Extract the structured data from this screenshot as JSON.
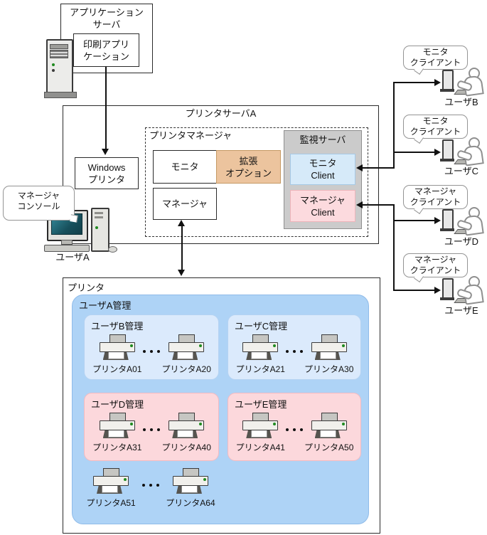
{
  "app_server": {
    "title_lines": [
      "アプリケーション",
      "サーバ"
    ],
    "print_app_lines": [
      "印刷アプリ",
      "ケーション"
    ]
  },
  "printer_server": {
    "title": "プリンタサーバA",
    "windows_printer_lines": [
      "Windows",
      "プリンタ"
    ],
    "printer_manager": {
      "title": "プリンタマネージャ",
      "monitor": "モニタ",
      "extension_lines": [
        "拡張",
        "オプション"
      ],
      "manager": "マネージャ"
    },
    "monitoring_server": {
      "title": "監視サーバ",
      "monitor_client_lines": [
        "モニタ",
        "Client"
      ],
      "manager_client_lines": [
        "マネージャ",
        "Client"
      ]
    }
  },
  "manager_console_lines": [
    "マネージャ",
    "コンソール"
  ],
  "user_a": "ユーザA",
  "clients": [
    {
      "callout_lines": [
        "モニタ",
        "クライアント"
      ],
      "user": "ユーザB"
    },
    {
      "callout_lines": [
        "モニタ",
        "クライアント"
      ],
      "user": "ユーザC"
    },
    {
      "callout_lines": [
        "マネージャ",
        "クライアント"
      ],
      "user": "ユーザD"
    },
    {
      "callout_lines": [
        "マネージャ",
        "クライアント"
      ],
      "user": "ユーザE"
    }
  ],
  "printer_section": {
    "title": "プリンタ",
    "group_label": "ユーザA管理",
    "subgroups": [
      {
        "label": "ユーザB管理",
        "first": "プリンタA01",
        "last": "プリンタA20",
        "tint": "blue"
      },
      {
        "label": "ユーザC管理",
        "first": "プリンタA21",
        "last": "プリンタA30",
        "tint": "blue"
      },
      {
        "label": "ユーザD管理",
        "first": "プリンタA31",
        "last": "プリンタA40",
        "tint": "pink"
      },
      {
        "label": "ユーザE管理",
        "first": "プリンタA41",
        "last": "プリンタA50",
        "tint": "pink"
      }
    ],
    "ungrouped": {
      "first": "プリンタA51",
      "last": "プリンタA64"
    },
    "ellipsis": "・・・"
  },
  "colors": {
    "region_blue": "#aed3f6",
    "subgroup_blue": "#dbeafc",
    "subgroup_pink": "#fcd8dc",
    "extension_tan": "#ecc49e",
    "monitoring_gray": "#cbcbcb",
    "client_blue": "#d6eaf9",
    "client_pink": "#fcdade"
  }
}
